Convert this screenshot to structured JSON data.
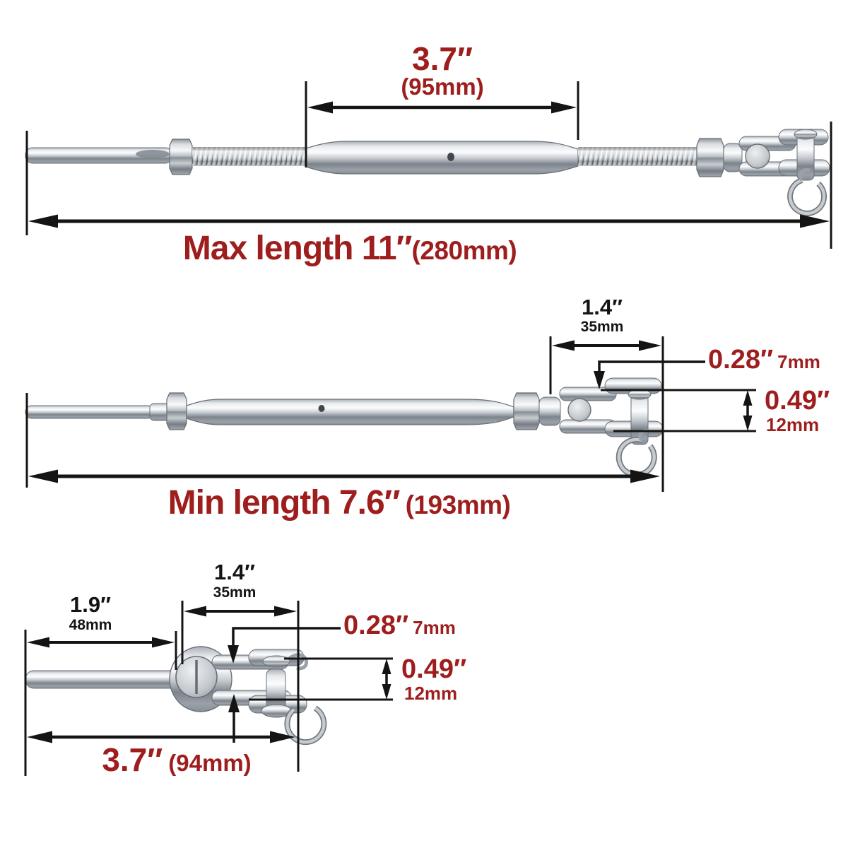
{
  "colors": {
    "dim_red": "#9e1d1d",
    "line_black": "#141414",
    "metal_light": "#fbfcfd",
    "metal_dark": "#7c838b"
  },
  "product": "stainless jaw & swage stud turnbuckle dimension diagram",
  "open_view": {
    "body_len_in": "3.7″",
    "body_len_mm": "(95mm)",
    "max_label": "Max length 11″",
    "max_mm": "(280mm)"
  },
  "closed_view": {
    "jaw_len_in": "1.4″",
    "jaw_len_mm": "35mm",
    "pin_in": "0.28″",
    "pin_mm": "7mm",
    "width_in": "0.49″",
    "width_mm": "12mm",
    "min_label": "Min length 7.6″",
    "min_mm": "(193mm)"
  },
  "toggle_view": {
    "stud_len_in": "1.9″",
    "stud_len_mm": "48mm",
    "jaw_len_in": "1.4″",
    "jaw_len_mm": "35mm",
    "pin_in": "0.28″",
    "pin_mm": "7mm",
    "width_in": "0.49″",
    "width_mm": "12mm",
    "total_in": "3.7″",
    "total_mm": "(94mm)"
  }
}
